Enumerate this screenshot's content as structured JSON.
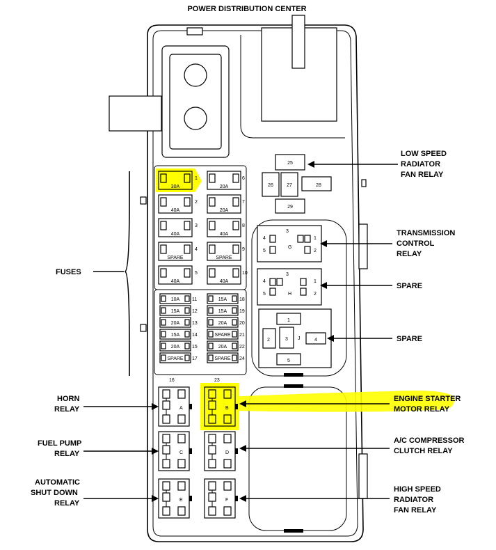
{
  "title": "POWER DISTRIBUTION CENTER",
  "labels": {
    "fuses": "FUSES",
    "low_speed": [
      "LOW SPEED",
      "RADIATOR",
      "FAN RELAY"
    ],
    "transmission": [
      "TRANSMISSION",
      "CONTROL",
      "RELAY"
    ],
    "spare1": "SPARE",
    "spare2": "SPARE",
    "engine_starter": [
      "ENGINE STARTER",
      "MOTOR RELAY"
    ],
    "horn": [
      "HORN",
      "RELAY"
    ],
    "fuel_pump": [
      "FUEL PUMP",
      "RELAY"
    ],
    "ac_compressor": [
      "A/C COMPRESSOR",
      "CLUTCH RELAY"
    ],
    "asd": [
      "AUTOMATIC",
      "SHUT DOWN",
      "RELAY"
    ],
    "high_speed": [
      "HIGH SPEED",
      "RADIATOR",
      "FAN RELAY"
    ]
  },
  "maxi_fuses": [
    {
      "num": "1",
      "rating": "30A",
      "highlighted": true
    },
    {
      "num": "2",
      "rating": "40A"
    },
    {
      "num": "3",
      "rating": "40A"
    },
    {
      "num": "4",
      "rating": "SPARE"
    },
    {
      "num": "5",
      "rating": "40A"
    },
    {
      "num": "6",
      "rating": "20A"
    },
    {
      "num": "7",
      "rating": "20A"
    },
    {
      "num": "8",
      "rating": "40A"
    },
    {
      "num": "9",
      "rating": "SPARE"
    },
    {
      "num": "10",
      "rating": "40A"
    }
  ],
  "mini_fuses_left": [
    {
      "num": "11",
      "rating": "10A"
    },
    {
      "num": "12",
      "rating": "15A"
    },
    {
      "num": "13",
      "rating": "20A"
    },
    {
      "num": "14",
      "rating": "15A"
    },
    {
      "num": "15",
      "rating": "20A"
    },
    {
      "num": "17",
      "rating": "SPARE"
    }
  ],
  "mini_fuses_right": [
    {
      "num": "18",
      "rating": "15A"
    },
    {
      "num": "19",
      "rating": "15A"
    },
    {
      "num": "20",
      "rating": "20A"
    },
    {
      "num": "21",
      "rating": "SPARE"
    },
    {
      "num": "22",
      "rating": "20A"
    },
    {
      "num": "24",
      "rating": "SPARE"
    }
  ],
  "mini_bottom_numbers": [
    "16",
    "23"
  ],
  "top_relay": {
    "pins": [
      "25",
      "26",
      "27",
      "28",
      "29"
    ]
  },
  "relay_g": {
    "letter": "G",
    "pins": [
      "3",
      "4",
      "5",
      "1",
      "2"
    ]
  },
  "relay_h": {
    "letter": "H",
    "pins": [
      "3",
      "4",
      "5",
      "1",
      "2"
    ]
  },
  "relay_j": {
    "letter": "J",
    "pins": [
      "1",
      "2",
      "3",
      "4",
      "5"
    ]
  },
  "relays_lower": [
    {
      "letter": "A"
    },
    {
      "letter": "B",
      "highlighted": true
    },
    {
      "letter": "C"
    },
    {
      "letter": "D"
    },
    {
      "letter": "E"
    },
    {
      "letter": "F"
    }
  ],
  "colors": {
    "highlight": "#ffff00",
    "line": "#000000"
  }
}
